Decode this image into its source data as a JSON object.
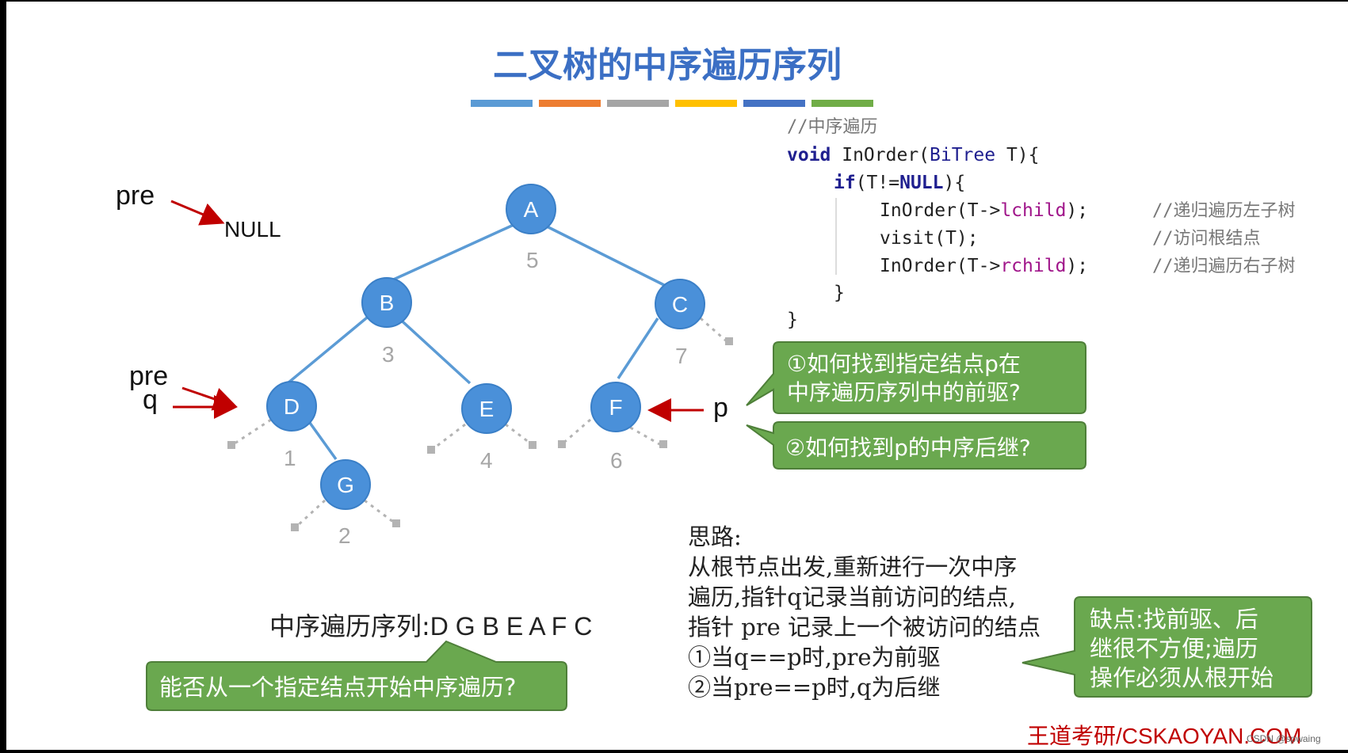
{
  "title": "二叉树的中序遍历序列",
  "color_bar": [
    "#5b9bd5",
    "#ed7d31",
    "#a5a5a5",
    "#ffc000",
    "#4472c4",
    "#70ad47"
  ],
  "tree": {
    "nodes": [
      {
        "label": "A",
        "order": "5"
      },
      {
        "label": "B",
        "order": "3"
      },
      {
        "label": "C",
        "order": "7"
      },
      {
        "label": "D",
        "order": "1"
      },
      {
        "label": "E",
        "order": "4"
      },
      {
        "label": "F",
        "order": "6"
      },
      {
        "label": "G",
        "order": "2"
      }
    ]
  },
  "pointers": {
    "pre_top": "pre",
    "null_label": "NULL",
    "pre_left": "pre",
    "q_left": "q",
    "p_right": "p"
  },
  "code": {
    "comment": "//中序遍历",
    "line1_kw": "void",
    "line1_fn": " InOrder(",
    "line1_type": "BiTree",
    "line1_rest": " T){",
    "line2_kw": "if",
    "line2_a": "(T!=",
    "line2_null": "NULL",
    "line2_b": "){",
    "line3_a": "InOrder(T->",
    "line3_field": "lchild",
    "line3_b": ");",
    "line3_comment": "//递归遍历左子树",
    "line4": "visit(T);",
    "line4_comment": "//访问根结点",
    "line5_a": "InOrder(T->",
    "line5_field": "rchild",
    "line5_b": ");",
    "line5_comment": "//递归遍历右子树",
    "close_inner": "}",
    "close_outer": "}"
  },
  "callouts": {
    "q1_line1": "①如何找到指定结点p在",
    "q1_line2": "中序遍历序列中的前驱?",
    "q2": "②如何找到p的中序后继?",
    "bottom_question": "能否从一个指定结点开始中序遍历?",
    "drawback_line1": "缺点:找前驱、后",
    "drawback_line2": "继很不方便;遍历",
    "drawback_line3": "操作必须从根开始"
  },
  "sequence": {
    "label": "中序遍历序列:",
    "value": "D G B E A F C"
  },
  "thinking": {
    "heading": "思路:",
    "line1": "从根节点出发,重新进行一次中序",
    "line2": "遍历,指针q记录当前访问的结点,",
    "line3": "指针 pre 记录上一个被访问的结点",
    "line4": "①当q==p时,pre为前驱",
    "line5": "②当pre==p时,q为后继"
  },
  "brand": "王道考研/CSKAOYAN.COM",
  "credit": "CSDN @spwaing",
  "colors": {
    "title": "#3b6fc4",
    "node_fill": "#4a90d9",
    "edge": "#5b9bd5",
    "arrow": "#c00000",
    "callout_fill": "#6aa84f",
    "callout_border": "#4e7f39",
    "keyword": "#1f1f8f",
    "field": "#a0158a",
    "brand": "#c00000"
  }
}
